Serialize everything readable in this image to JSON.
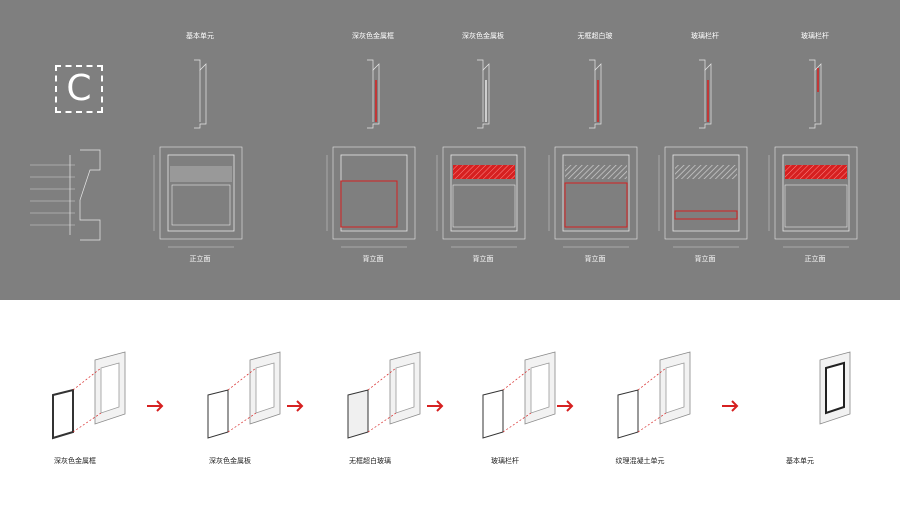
{
  "logo": "C",
  "columns": [
    {
      "title": "基本单元",
      "elevation": "正立面",
      "fill": "stripes"
    },
    {
      "title": "深灰色金属框",
      "elevation": "背立面",
      "fill": "frame"
    },
    {
      "title": "深灰色金属板",
      "elevation": "背立面",
      "fill": "band"
    },
    {
      "title": "无框超白玻",
      "elevation": "背立面",
      "fill": "glass"
    },
    {
      "title": "玻璃栏杆",
      "elevation": "背立面",
      "fill": "rail"
    },
    {
      "title": "玻璃栏杆",
      "elevation": "正立面",
      "fill": "band"
    }
  ],
  "steps": [
    "深灰色金属框",
    "深灰色金属板",
    "无框超白玻璃",
    "玻璃栏杆",
    "纹理混凝土单元",
    "基本单元"
  ],
  "colors": {
    "accent": "#d62020",
    "top_bg": "#7f7f7f"
  }
}
